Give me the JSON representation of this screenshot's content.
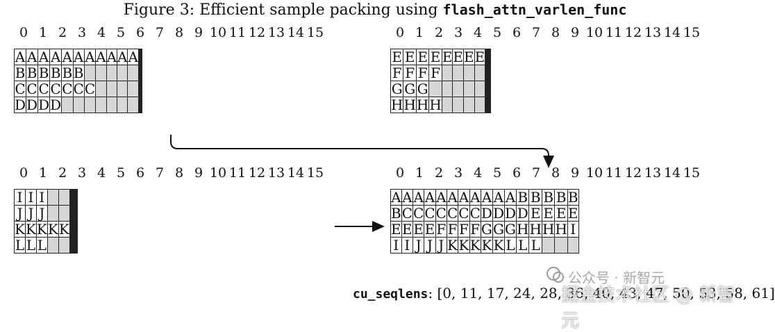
{
  "title": {
    "prefix": "Figure 3: Efficient sample packing using ",
    "code": "flash_attn_varlen_func"
  },
  "column_numbers": [
    "0",
    "1",
    "2",
    "3",
    "4",
    "5",
    "6",
    "7",
    "8",
    "9",
    "10",
    "11",
    "12",
    "13",
    "14",
    "15"
  ],
  "panels": [
    {
      "id": "top-left",
      "rows": [
        [
          "A",
          "A",
          "A",
          "A",
          "A",
          "A",
          "A",
          "A",
          "A",
          "A",
          "A",
          "",
          "",
          "",
          "",
          ""
        ],
        [
          "B",
          "B",
          "B",
          "B",
          "B",
          "B",
          "",
          "",
          "",
          "",
          "",
          "",
          "",
          "",
          "",
          ""
        ],
        [
          "C",
          "C",
          "C",
          "C",
          "C",
          "C",
          "C",
          "",
          "",
          "",
          "",
          "",
          "",
          "",
          "",
          ""
        ],
        [
          "D",
          "D",
          "D",
          "D",
          "",
          "",
          "",
          "",
          "",
          "",
          "",
          "",
          "",
          "",
          "",
          ""
        ]
      ]
    },
    {
      "id": "top-right",
      "rows": [
        [
          "E",
          "E",
          "E",
          "E",
          "E",
          "E",
          "E",
          "E",
          "",
          "",
          "",
          "",
          "",
          "",
          "",
          ""
        ],
        [
          "F",
          "F",
          "F",
          "F",
          "",
          "",
          "",
          "",
          "",
          "",
          "",
          "",
          "",
          "",
          "",
          ""
        ],
        [
          "G",
          "G",
          "G",
          "",
          "",
          "",
          "",
          "",
          "",
          "",
          "",
          "",
          "",
          "",
          "",
          ""
        ],
        [
          "H",
          "H",
          "H",
          "H",
          "",
          "",
          "",
          "",
          "",
          "",
          "",
          "",
          "",
          "",
          "",
          ""
        ]
      ]
    },
    {
      "id": "bottom-left",
      "rows": [
        [
          "I",
          "I",
          "I",
          "",
          "",
          "",
          "",
          "",
          "",
          "",
          "",
          "",
          "",
          "",
          "",
          ""
        ],
        [
          "J",
          "J",
          "J",
          "",
          "",
          "",
          "",
          "",
          "",
          "",
          "",
          "",
          "",
          "",
          "",
          ""
        ],
        [
          "K",
          "K",
          "K",
          "K",
          "K",
          "",
          "",
          "",
          "",
          "",
          "",
          "",
          "",
          "",
          "",
          ""
        ],
        [
          "L",
          "L",
          "L",
          "",
          "",
          "",
          "",
          "",
          "",
          "",
          "",
          "",
          "",
          "",
          "",
          ""
        ]
      ]
    },
    {
      "id": "bottom-right",
      "rows": [
        [
          "A",
          "A",
          "A",
          "A",
          "A",
          "A",
          "A",
          "A",
          "A",
          "A",
          "A",
          "B",
          "B",
          "B",
          "B",
          "B"
        ],
        [
          "B",
          "C",
          "C",
          "C",
          "C",
          "C",
          "C",
          "C",
          "D",
          "D",
          "D",
          "D",
          "E",
          "E",
          "E",
          "E"
        ],
        [
          "E",
          "E",
          "E",
          "E",
          "F",
          "F",
          "F",
          "F",
          "G",
          "G",
          "G",
          "H",
          "H",
          "H",
          "H",
          "I"
        ],
        [
          "I",
          "I",
          "J",
          "J",
          "J",
          "K",
          "K",
          "K",
          "K",
          "K",
          "L",
          "L",
          "L",
          "",
          "",
          ""
        ]
      ]
    }
  ],
  "cu_seqlens": {
    "label": "cu_seqlens",
    "value": ": [0, 11, 17, 24, 28, 36, 40, 43, 47, 50, 53, 58, 61]"
  },
  "watermark": {
    "line1": "公众号 · 新智元",
    "line2": "掘金技术社区 @ 新智元"
  }
}
